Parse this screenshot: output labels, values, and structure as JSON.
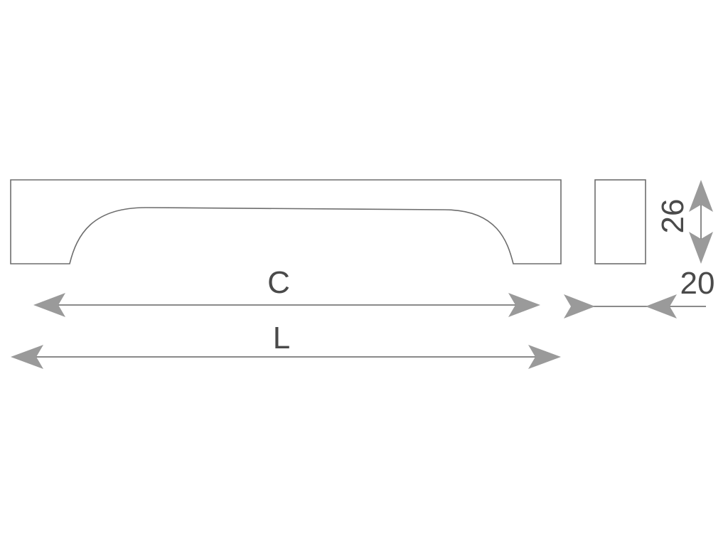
{
  "dimensions": {
    "c_label": "C",
    "l_label": "L",
    "height_label": "26",
    "width_label": "20"
  },
  "colors": {
    "outline": "#6d6d6d",
    "dimension_line": "#8a8a8a",
    "arrowhead": "#9a9a9a",
    "label": "#4a4a4a"
  }
}
